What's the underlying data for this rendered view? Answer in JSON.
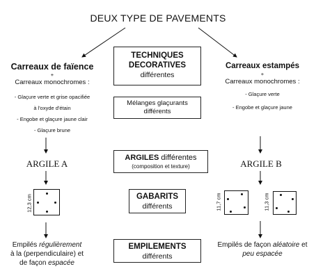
{
  "title": "DEUX TYPE DE PAVEMENTS",
  "left": {
    "heading": "Carreaux de faïence",
    "plus": "+",
    "subheading": "Carreaux monochromes :",
    "items": [
      "- Glaçure verte et grise opacifiée",
      "à l'oxyde d'étain",
      "- Engobe et glaçure jaune clair",
      "- Glaçure brune"
    ],
    "argile": "ARGILE A",
    "dimension": "12,3 cm",
    "stack_prefix": "Empilés ",
    "stack_em1": "régulièrement",
    "stack_mid": "à la (perpendiculaire) et",
    "stack_pre2": "de façon ",
    "stack_em2": "espacée"
  },
  "right": {
    "heading": "Carreaux estampés",
    "plus": "+",
    "subheading": "Carreaux monochromes :",
    "items": [
      "- Glaçure verte",
      "- Engobe et glaçure jaune"
    ],
    "argile": "ARGILE B",
    "dimension_1": "11,7 cm",
    "dimension_2": "11,3 cm",
    "stack_prefix": "Empilés de façon ",
    "stack_em1": "aléatoire",
    "stack_mid": " et",
    "stack_em2": "peu espacée"
  },
  "center": {
    "techniques_line1": "TECHNIQUES",
    "techniques_line2": "DECORATIVES",
    "techniques_line3": "différentes",
    "melanges_line1": "Mélanges glaçurants",
    "melanges_line2": "différents",
    "argiles_bold": "ARGILES",
    "argiles_rest": " différentes",
    "argiles_sub": "(composition et texture)",
    "gabarits_line1": "GABARITS",
    "gabarits_line2": "différents",
    "empilements_line1": "EMPILEMENTS",
    "empilements_line2": "différents"
  }
}
